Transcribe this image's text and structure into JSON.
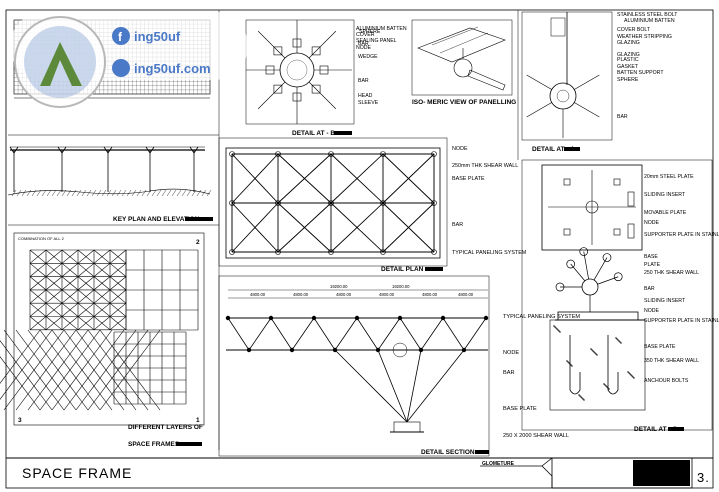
{
  "watermark": {
    "facebook_text": "ing50uf",
    "site_text": "ing50uf.com"
  },
  "sheet": {
    "title": "SPACE   FRAME",
    "number": "3.",
    "box_label": "GLOMETURE"
  },
  "titles": {
    "detail_b": "DETAIL AT - B",
    "isometric": "ISO- MERIC VIEW OF PANELLING",
    "detail_a": "DETAIL AT - A",
    "key_plan": "KEY PLAN AND ELEVATION",
    "detail_plan": "DETAIL PLAN",
    "layers_line1": "DIFFERENT LAYERS OF",
    "layers_line2": "SPACE FRAMES",
    "detail_section": "DETAIL SECTION",
    "detail_c": "DETAIL AT - C",
    "combination": "COMBINATION OF ALL 2"
  },
  "quadrants": [
    "2",
    "3",
    "1"
  ],
  "labels_b": [
    "SPHERE",
    "ALUMINIUM BATTEN",
    "COVER",
    "SEALING PANEL",
    "NODE",
    "BAR",
    "WEDGE",
    "BAR",
    "HEAD",
    "SLEEVE"
  ],
  "labels_a": [
    "STAINLESS STEEL BOLT",
    "ALUMINIUM BATTEN",
    "COVER BOLT",
    "WEATHER STRIPPING",
    "GLAZING",
    "GLAZING",
    "PLASTIC",
    "GASKET",
    "BATTEN SUPPORT",
    "SPHERE",
    "BAR"
  ],
  "labels_plan": [
    "NODE",
    "250mm THK SHEAR WALL",
    "BASE PLATE",
    "BAR",
    "TYPICAL PANELING SYSTEM"
  ],
  "labels_c": [
    "20mm STEEL PLATE",
    "SLIDING INSERT",
    "MOVABLE PLATE",
    "NODE",
    "SUPPORTER PLATE IN STAINLESS STEEL",
    "BASE",
    "PLATE",
    "250 THK SHEAR WALL",
    "BAR",
    "SLIDING INSERT",
    "NODE",
    "SUPPORTER PLATE IN STAINLESS STEEL",
    "BASE PLATE",
    "350 THK SHEAR WALL",
    "ANCHOUR BOLTS"
  ],
  "labels_section": [
    "TYPICAL PANELING SYSTEM",
    "NODE",
    "BAR",
    "BASE PLATE",
    "250 X 2000 SHEAR WALL"
  ],
  "dims_section": [
    "4800.00",
    "4800.00",
    "4800.00",
    "4800.00",
    "4800.00",
    "4800.00",
    "19200.00",
    "19200.00"
  ]
}
